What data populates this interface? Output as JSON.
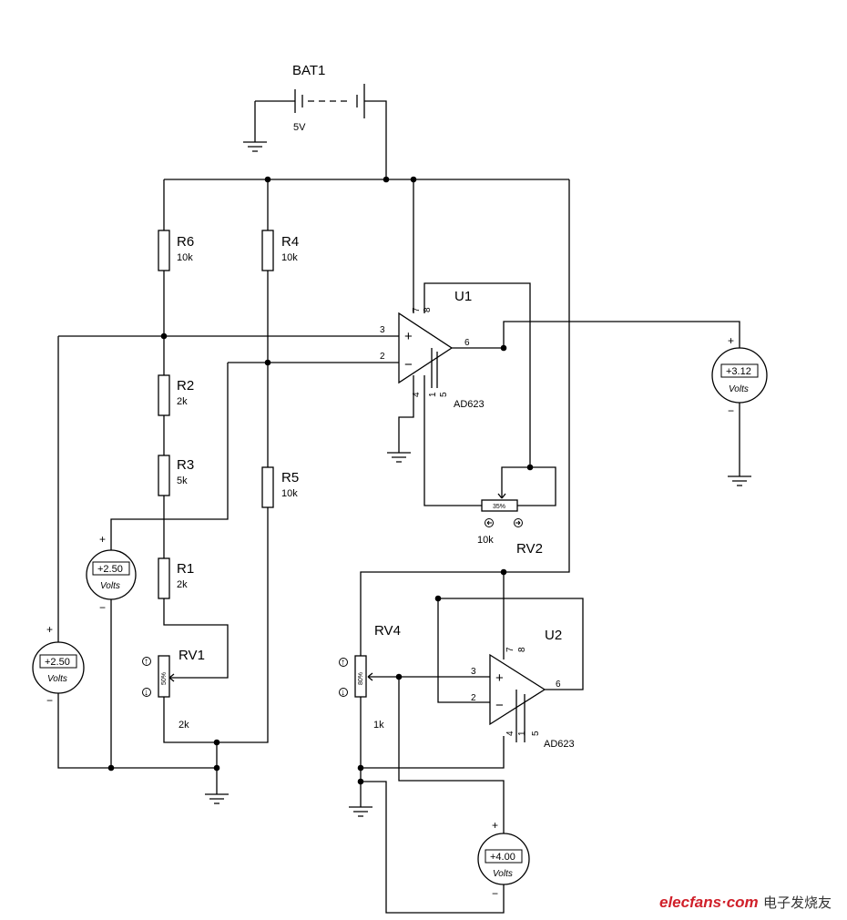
{
  "battery": {
    "name": "BAT1",
    "value": "5V"
  },
  "resistors": {
    "r6": {
      "name": "R6",
      "value": "10k"
    },
    "r4": {
      "name": "R4",
      "value": "10k"
    },
    "r2": {
      "name": "R2",
      "value": "2k"
    },
    "r3": {
      "name": "R3",
      "value": "5k"
    },
    "r5": {
      "name": "R5",
      "value": "10k"
    },
    "r1": {
      "name": "R1",
      "value": "2k"
    }
  },
  "pots": {
    "rv1": {
      "name": "RV1",
      "value": "2k",
      "setting": "50%"
    },
    "rv2": {
      "name": "RV2",
      "value": "10k",
      "setting": "35%"
    },
    "rv4": {
      "name": "RV4",
      "value": "1k",
      "setting": "80%"
    }
  },
  "amps": {
    "u1": {
      "name": "U1",
      "part": "AD623",
      "pins": {
        "p3": "3",
        "p2": "2",
        "p6": "6",
        "p7": "7",
        "p8": "8",
        "p4": "4",
        "p1": "1",
        "p5": "5"
      }
    },
    "u2": {
      "name": "U2",
      "part": "AD623",
      "pins": {
        "p3": "3",
        "p2": "2",
        "p6": "6",
        "p7": "7",
        "p8": "8",
        "p4": "4",
        "p1": "1",
        "p5": "5"
      }
    }
  },
  "meters": {
    "m_out": {
      "reading": "+3.12",
      "unit": "Volts"
    },
    "m_mid": {
      "reading": "+2.50",
      "unit": "Volts"
    },
    "m_left": {
      "reading": "+2.50",
      "unit": "Volts"
    },
    "m_ref": {
      "reading": "+4.00",
      "unit": "Volts"
    }
  },
  "symbols": {
    "plus": "+",
    "minus": "−",
    "meter_plus": "+",
    "meter_minus": "−",
    "up_arrow": "↑",
    "down_arrow": "↓"
  },
  "watermark": {
    "brand": "elecfans·com",
    "chinese": "电子发烧友"
  },
  "colors": {
    "wire": "#000000",
    "watermark": "#d0202a"
  }
}
